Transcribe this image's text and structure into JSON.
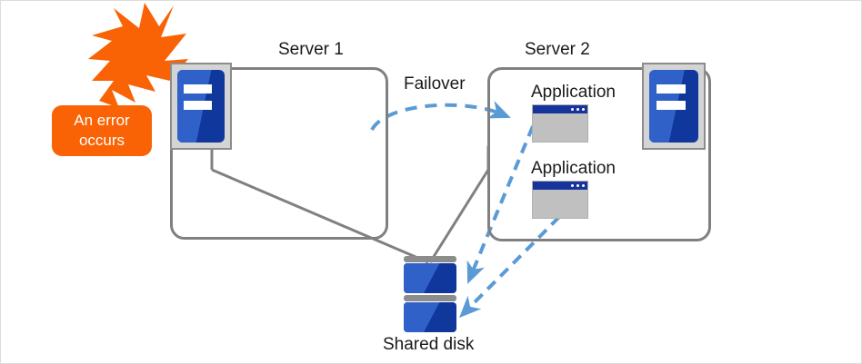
{
  "diagram": {
    "title": "Failover cluster diagram",
    "colors": {
      "accent_orange": "#f96305",
      "server_border_gray": "#808080",
      "icon_blue_dark": "#10379b",
      "icon_blue_light": "#2f61c9",
      "arrow_blue": "#5b9bd5",
      "window_titlebar": "#16349b",
      "window_body": "#c0c0c0",
      "disk_bar_gray": "#8c8c8c",
      "text": "#1a1a1a"
    },
    "error_badge": {
      "line1": "An error",
      "line2": "occurs",
      "icon": "lightning-burst-icon"
    },
    "server1": {
      "label": "Server 1",
      "icon": "server-icon",
      "applications": []
    },
    "server2": {
      "label": "Server 2",
      "icon": "server-icon",
      "applications": [
        {
          "label": "Application",
          "icon": "app-window-icon"
        },
        {
          "label": "Application",
          "icon": "app-window-icon"
        }
      ]
    },
    "failover": {
      "label": "Failover",
      "style": "dashed-arc-arrow",
      "from": "Server 1",
      "to": "Server 2"
    },
    "shared_disk": {
      "label": "Shared disk",
      "units": 2
    },
    "connections": [
      {
        "from": "Server 1",
        "to": "Shared disk",
        "style": "solid-gray-line"
      },
      {
        "from": "Server 2",
        "to": "Shared disk",
        "style": "solid-gray-line"
      },
      {
        "from": "Application 1",
        "to": "Shared disk unit 1",
        "style": "dashed-blue-arrow"
      },
      {
        "from": "Application 2",
        "to": "Shared disk unit 2",
        "style": "dashed-blue-arrow"
      }
    ]
  }
}
